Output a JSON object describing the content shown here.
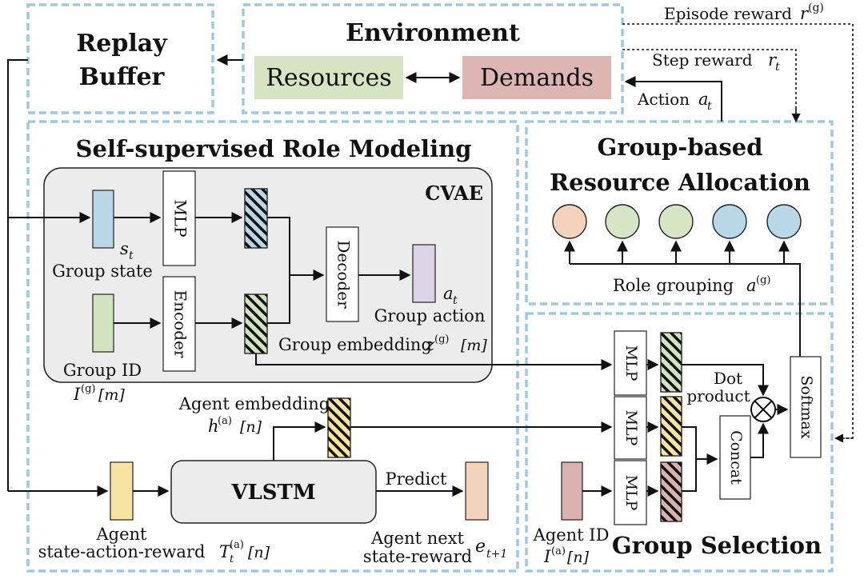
{
  "sections": {
    "replay_buffer": "Replay\nBuffer",
    "environment": "Environment",
    "role_modeling": "Self-supervised Role Modeling",
    "allocation": "Group-based\nResource Allocation",
    "group_selection": "Group Selection"
  },
  "env": {
    "resources": "Resources",
    "demands": "Demands",
    "episode_reward": "Episode reward",
    "episode_reward_sym": "r",
    "episode_reward_sup": "(g)",
    "step_reward": "Step reward",
    "step_reward_sym": "r",
    "step_reward_sub": "t",
    "action": "Action",
    "action_sym": "a",
    "action_sub": "t"
  },
  "cvae": {
    "title": "CVAE",
    "mlp": "MLP",
    "encoder": "Encoder",
    "decoder": "Decoder",
    "s_sym": "s",
    "s_sub": "t",
    "group_state": "Group state",
    "group_id": "Group ID",
    "group_id_sym": "I",
    "group_id_sup": "(g)",
    "group_id_idx": "[m]",
    "a_sym": "a",
    "a_sub": "t",
    "group_action": "Group action",
    "group_embedding": "Group embedding",
    "z_sym": "z",
    "z_sup": "(g)",
    "z_idx": "[m]"
  },
  "agent": {
    "embedding_label": "Agent embedding",
    "h_sym": "h",
    "h_sup": "(a)",
    "h_idx": "[n]",
    "vlstm": "VLSTM",
    "predict": "Predict",
    "sar_line1": "Agent",
    "sar_line2": "state-action-reward",
    "tau_sym": "T",
    "tau_sub": "t",
    "tau_sup": "(a)",
    "tau_idx": "[n]",
    "next_line1": "Agent next",
    "next_line2": "state-reward",
    "e_sym": "e",
    "e_sub": "t+1"
  },
  "selection": {
    "mlp": "MLP",
    "dot_product_line1": "Dot",
    "dot_product_line2": "product",
    "concat": "Concat",
    "softmax": "Softmax",
    "agent_id": "Agent ID",
    "agent_id_sym": "I",
    "agent_id_sup": "(a)",
    "agent_id_idx": "[n]"
  },
  "allocation": {
    "role_grouping": "Role grouping",
    "role_sym": "a",
    "role_sup": "(g)"
  },
  "colors": {
    "frame": "#9fcadd",
    "resources": "#d6e4c3",
    "demands": "#ddb5b3",
    "state_blue": "#b9d7e6",
    "id_green": "#d2e3bf",
    "action_purple": "#dcd3e6",
    "agent_yellow": "#f7e4a2",
    "next_peach": "#f4d3bd",
    "agent_id_pink": "#d9b2b0",
    "circle_peach": "#f4d3bd",
    "circle_green": "#d6e5c4",
    "circle_blue": "#b9d7e6",
    "cvae_bg": "#ececec"
  }
}
